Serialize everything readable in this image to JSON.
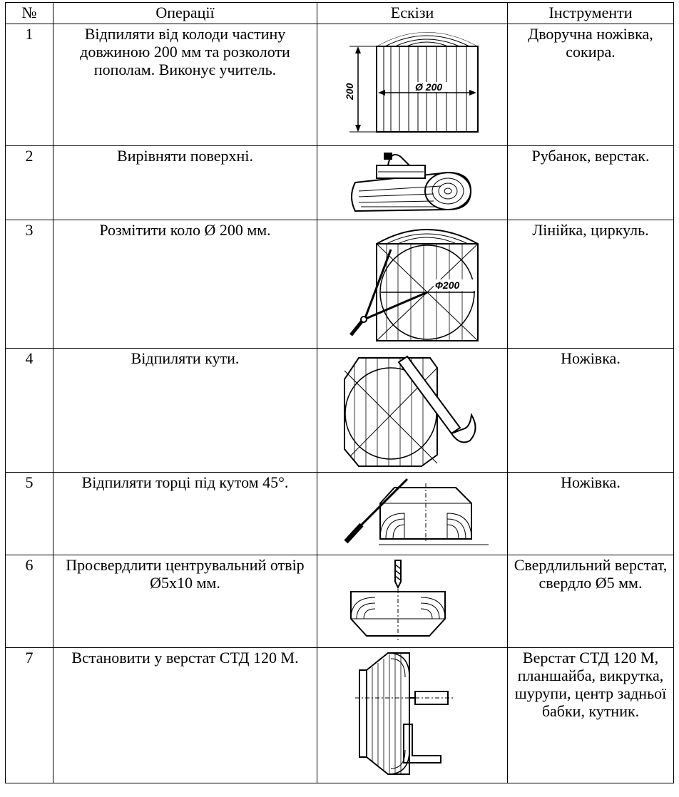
{
  "header": {
    "num": "№",
    "operations": "Операції",
    "sketches": "Ескізи",
    "tools": "Інструменти"
  },
  "rows": [
    {
      "num": "1",
      "operation": "Відпиляти від колоди частину довжиною 200 мм та розколоти пополам. Виконує учитель.",
      "tools": "Дворучна ножівка, сокира.",
      "sketch_icon": "log-section-icon",
      "sketch_labels": {
        "height": "200",
        "diameter": "Ø 200"
      }
    },
    {
      "num": "2",
      "operation": "Вирівняти поверхні.",
      "tools": "Рубанок, верстак.",
      "sketch_icon": "plane-on-log-icon"
    },
    {
      "num": "3",
      "operation": "Розмітити коло Ø 200 мм.",
      "tools": "Лінійка, циркуль.",
      "sketch_icon": "compass-marking-icon",
      "sketch_labels": {
        "diameter": "Ф200"
      }
    },
    {
      "num": "4",
      "operation": "Відпиляти кути.",
      "tools": "Ножівка.",
      "sketch_icon": "saw-corners-icon"
    },
    {
      "num": "5",
      "operation": "Відпиляти торці під кутом 45°.",
      "tools": "Ножівка.",
      "sketch_icon": "bevel-ends-icon"
    },
    {
      "num": "6",
      "operation": "Просвердлити центрувальний отвір Ø5х10 мм.",
      "tools": "Свердлильний верстат, свердло Ø5 мм.",
      "sketch_icon": "drill-center-icon"
    },
    {
      "num": "7",
      "operation": "Встановити у верстат СТД 120 М.",
      "tools": "Верстат СТД 120 М, планшайба, викрутка, шурупи, центр задньої бабки, кутник.",
      "sketch_icon": "lathe-mount-icon"
    }
  ]
}
